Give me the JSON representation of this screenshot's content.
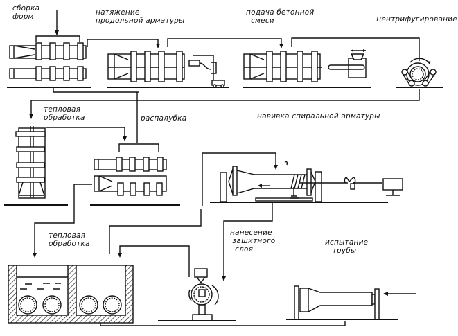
{
  "diagram": {
    "title": "",
    "line_color": "#111111",
    "background": "#ffffff",
    "stages": [
      {
        "id": "form-assembly",
        "label": "сборка\nформ"
      },
      {
        "id": "longitudinal-tension",
        "label": "натяжение\nпродольной арматуры"
      },
      {
        "id": "concrete-feed",
        "label": "подача бетонной\n  смеси"
      },
      {
        "id": "centrifuging",
        "label": "центрифугирование"
      },
      {
        "id": "heat-treatment-1",
        "label": "тепловая\nобработка"
      },
      {
        "id": "demolding",
        "label": "распалубка"
      },
      {
        "id": "spiral-winding",
        "label": "навивка спиральной арматуры"
      },
      {
        "id": "heat-treatment-2",
        "label": "тепловая\nобработка"
      },
      {
        "id": "protective-layer",
        "label": "нанесение\n защитного\n  слоя"
      },
      {
        "id": "pipe-testing",
        "label": "испытание\n   трубы"
      }
    ]
  }
}
